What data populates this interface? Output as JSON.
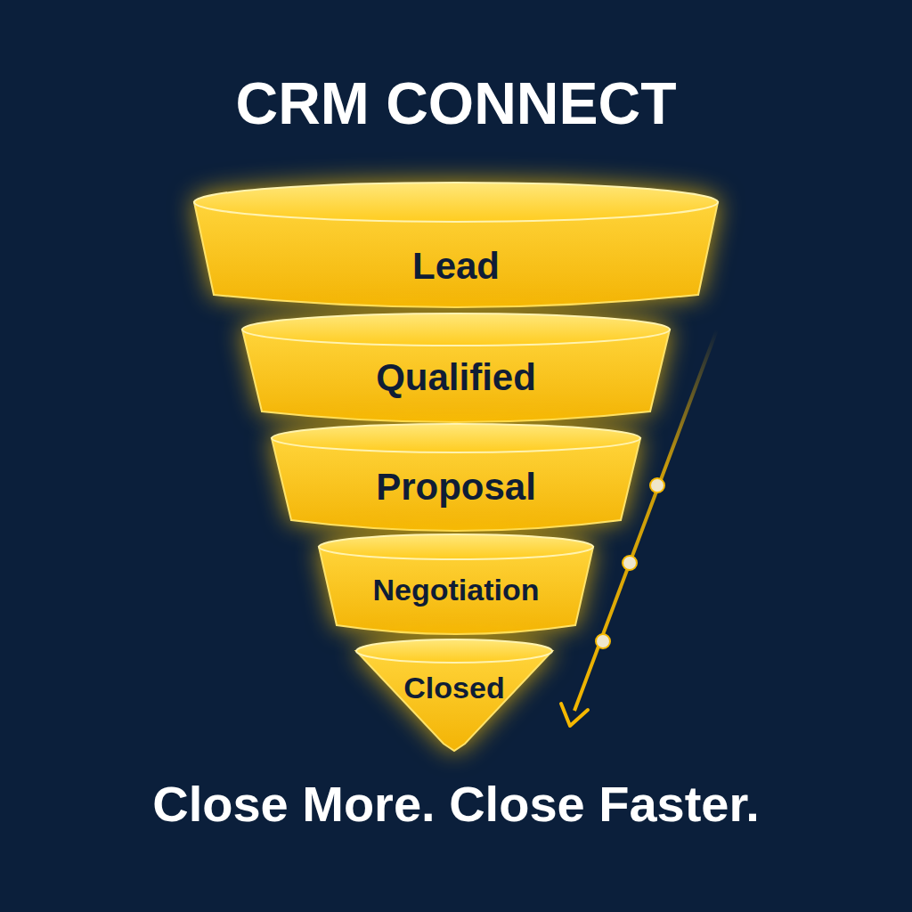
{
  "diagram": {
    "title": "CRM CONNECT",
    "caption": "Close More. Close Faster.",
    "nodes": [
      {
        "text": [
          "Lead"
        ]
      },
      {
        "text": [
          "Qualified"
        ]
      },
      {
        "text": [
          "Proposal"
        ]
      },
      {
        "text": [
          "Negotiation"
        ]
      },
      {
        "text": [
          "Closed"
        ]
      }
    ]
  }
}
